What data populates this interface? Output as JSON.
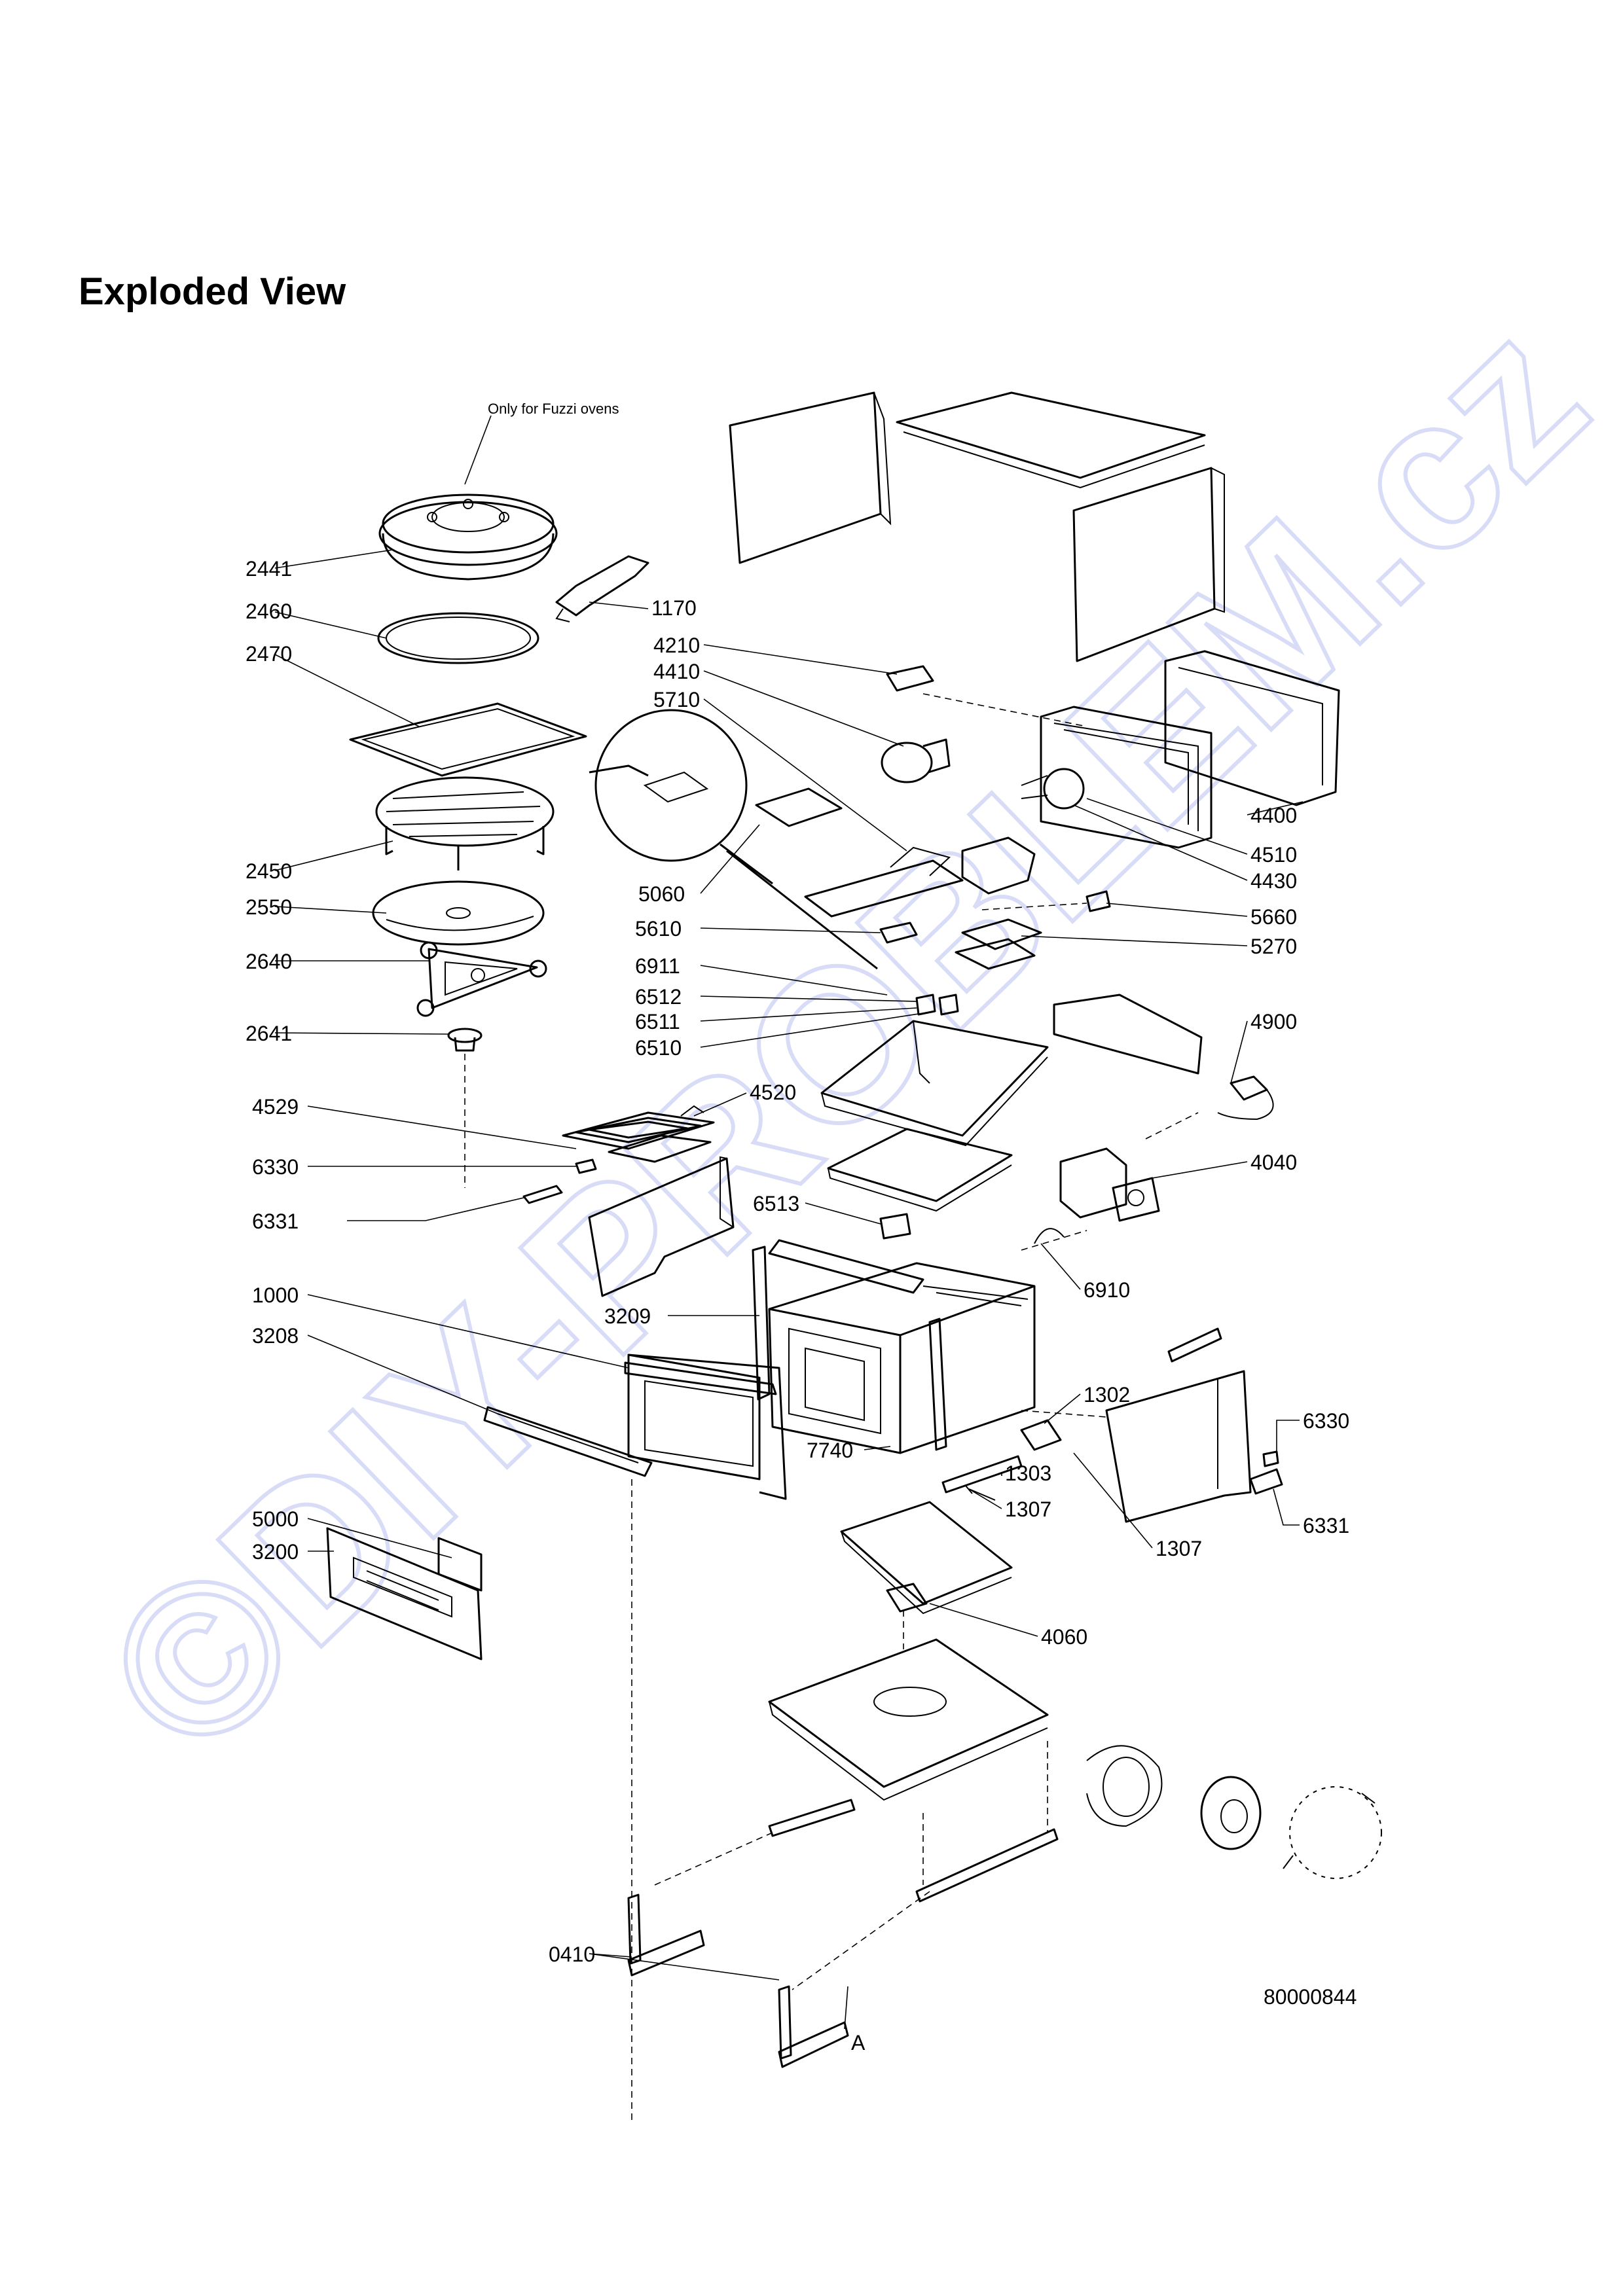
{
  "page": {
    "title": "Exploded View"
  },
  "watermark": {
    "text": "©DIY-PROBLEM.cz",
    "color": "#d9dcf7"
  },
  "note": {
    "text": "Only for Fuzzi ovens"
  },
  "drawing_number": "80000844",
  "reference_marker": "A",
  "labels": {
    "l2441": "2441",
    "l1170": "1170",
    "l2460": "2460",
    "l2470": "2470",
    "l2450": "2450",
    "l2550": "2550",
    "l2640": "2640",
    "l2641": "2641",
    "l4529": "4529",
    "l4520": "4520",
    "l6330a": "6330",
    "l6331a": "6331",
    "l1000": "1000",
    "l3208": "3208",
    "l5000": "5000",
    "l3200": "3200",
    "l0410": "0410",
    "l4210": "4210",
    "l4410": "4410",
    "l5710": "5710",
    "l5060": "5060",
    "l5610": "5610",
    "l6911": "6911",
    "l6512": "6512",
    "l6511": "6511",
    "l6510": "6510",
    "l6513": "6513",
    "l3209": "3209",
    "l7740": "7740",
    "l4400": "4400",
    "l4510": "4510",
    "l4430": "4430",
    "l5660": "5660",
    "l5270": "5270",
    "l4900": "4900",
    "l4040": "4040",
    "l6910": "6910",
    "l1302": "1302",
    "l1303": "1303",
    "l1307a": "1307",
    "l1307b": "1307",
    "l6330b": "6330",
    "l6331b": "6331",
    "l4060": "4060"
  }
}
